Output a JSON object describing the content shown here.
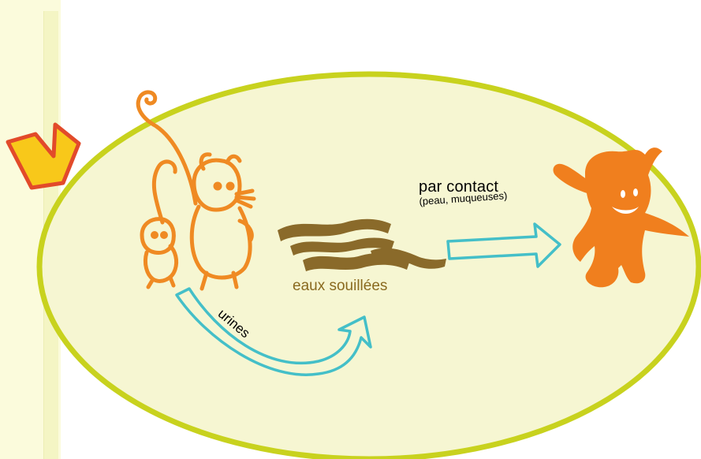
{
  "labels": {
    "contact": "par contact",
    "contact_detail": "(peau, muqueuses)",
    "water": "eaux souillées",
    "urine": "urines"
  },
  "icons": {
    "pointer": "chevron-arrow-icon",
    "source": "rat-icon",
    "target": "human-icon",
    "water": "water-waves-icon",
    "flow_contact": "straight-arrow-icon",
    "flow_urine": "curved-arrow-icon"
  },
  "colors": {
    "oval_fill": "#f6f6d2",
    "oval_stroke": "#c8d21e",
    "rat": "#ef8a23",
    "human": "#f07f1e",
    "water": "#8a6a2a",
    "arrow_stroke": "#44bfc8",
    "chevron_fill": "#f8c81a",
    "chevron_stroke": "#e24a2a"
  }
}
